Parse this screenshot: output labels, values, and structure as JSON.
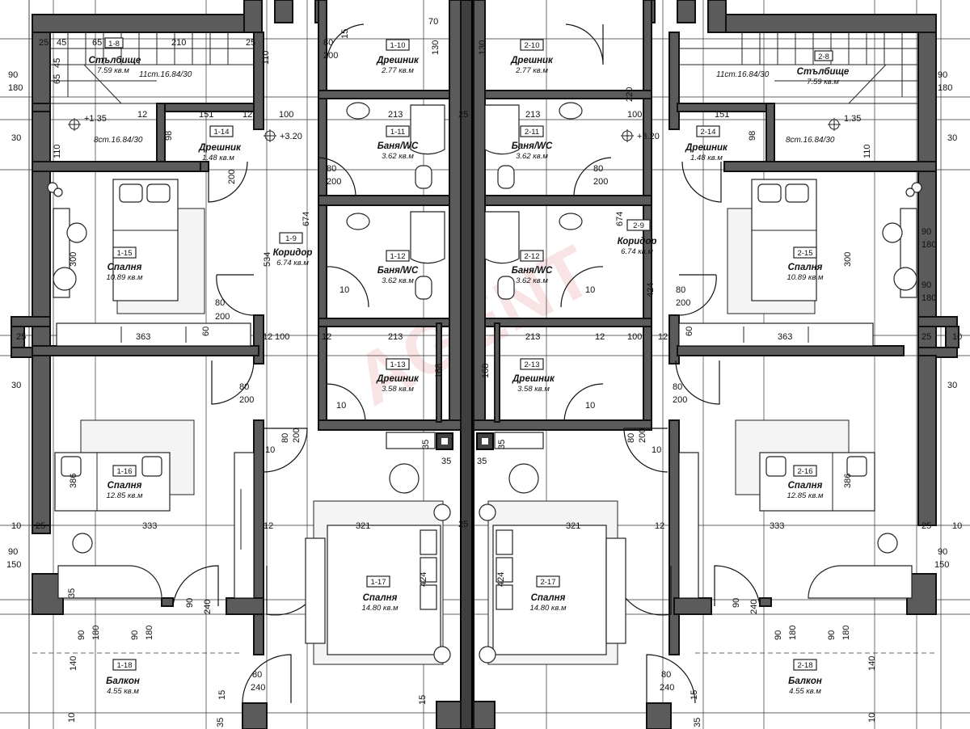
{
  "rooms": {
    "r1_8": {
      "num": "1-8",
      "name": "Стълбище",
      "area": "7.59 кв.м"
    },
    "r1_10": {
      "num": "1-10",
      "name": "Дрешник",
      "area": "2.77 кв.м"
    },
    "r1_11": {
      "num": "1-11",
      "name": "Баня/WC",
      "area": "3.62 кв.м"
    },
    "r1_12": {
      "num": "1-12",
      "name": "Баня/WC",
      "area": "3.62 кв.м"
    },
    "r1_13": {
      "num": "1-13",
      "name": "Дрешник",
      "area": "3.58 кв.м"
    },
    "r1_14": {
      "num": "1-14",
      "name": "Дрешник",
      "area": "1.48 кв.м"
    },
    "r1_15": {
      "num": "1-15",
      "name": "Спалня",
      "area": "10.89 кв.м"
    },
    "r1_9": {
      "num": "1-9",
      "name": "Коридор",
      "area": "6.74 кв.м"
    },
    "r1_16": {
      "num": "1-16",
      "name": "Спалня",
      "area": "12.85 кв.м"
    },
    "r1_17": {
      "num": "1-17",
      "name": "Спалня",
      "area": "14.80 кв.м"
    },
    "r1_18": {
      "num": "1-18",
      "name": "Балкон",
      "area": "4.55 кв.м"
    },
    "r2_8": {
      "num": "2-8",
      "name": "Стълбище",
      "area": "7.59 кв.м"
    },
    "r2_10": {
      "num": "2-10",
      "name": "Дрешник",
      "area": "2.77 кв.м"
    },
    "r2_11": {
      "num": "2-11",
      "name": "Баня/WC",
      "area": "3.62 кв.м"
    },
    "r2_12": {
      "num": "2-12",
      "name": "Баня/WC",
      "area": "3.62 кв.м"
    },
    "r2_13": {
      "num": "2-13",
      "name": "Дрешник",
      "area": "3.58 кв.м"
    },
    "r2_14": {
      "num": "2-14",
      "name": "Дрешник",
      "area": "1.48 кв.м"
    },
    "r2_15": {
      "num": "2-15",
      "name": "Спалня",
      "area": "10.89 кв.м"
    },
    "r2_9": {
      "num": "2-9",
      "name": "Коридор",
      "area": "6.74 кв.м"
    },
    "r2_16": {
      "num": "2-16",
      "name": "Спалня",
      "area": "12.85 кв.м"
    },
    "r2_17": {
      "num": "2-17",
      "name": "Спалня",
      "area": "14.80 кв.м"
    },
    "r2_18": {
      "num": "2-18",
      "name": "Балкон",
      "area": "4.55 кв.м"
    }
  },
  "stairs": {
    "upper": "11ст.16.84/30",
    "lower": "8ст.16.84/30",
    "lower_right": "8ст.16.84/30"
  },
  "levels": {
    "stair_left": "+1.35",
    "stair_right": "1.35",
    "corridor_left": "+3.20",
    "corridor_right": "+3.20"
  },
  "dims": {
    "d10": "10",
    "d12": "12",
    "d15": "15",
    "d25": "25",
    "d30": "30",
    "d35": "35",
    "d45": "45",
    "d60": "60",
    "d65": "65",
    "d70": "70",
    "d80": "80",
    "d90": "90",
    "d98": "98",
    "d100": "100",
    "d110": "110",
    "d130": "130",
    "d140": "140",
    "d150": "150",
    "d151": "151",
    "d168": "168",
    "d180": "180",
    "d200": "200",
    "d210": "210",
    "d213": "213",
    "d220": "220",
    "d240": "240",
    "d300": "300",
    "d321": "321",
    "d333": "333",
    "d363": "363",
    "d386": "386",
    "d424": "424",
    "d534": "534",
    "d674": "674",
    "d80cut": "80"
  },
  "watermark": "AGENT"
}
